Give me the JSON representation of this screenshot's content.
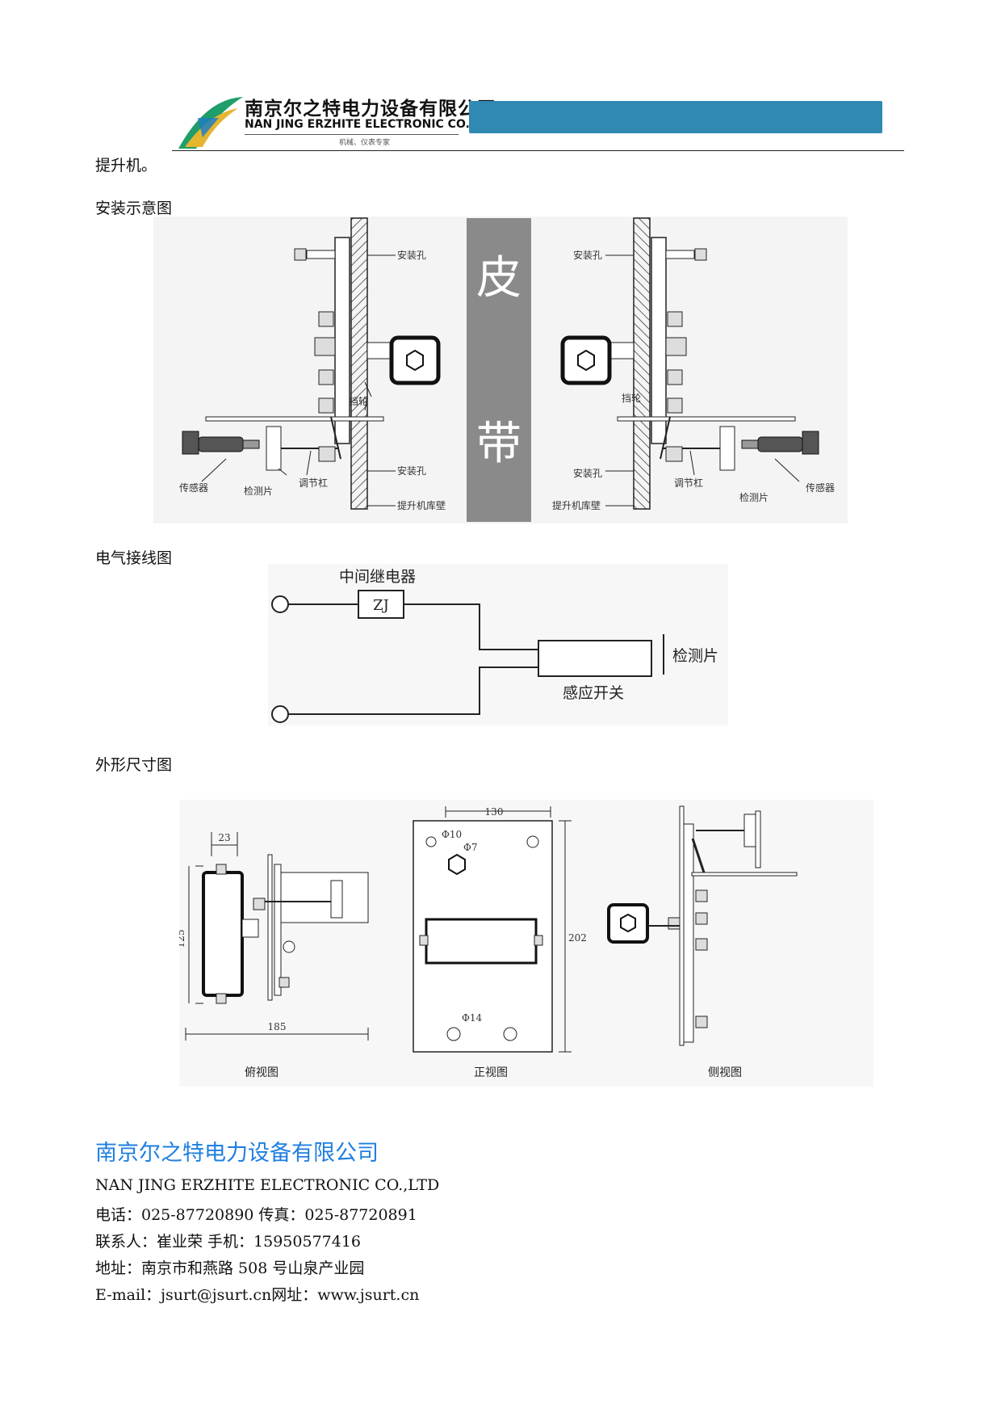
{
  "header": {
    "company_cn": "南京尔之特电力设备有限公司",
    "company_en": "NAN JING ERZHITE ELECTRONIC CO.,LTD",
    "tagline": "机械、仪表专家",
    "accent_color": "#2f89b3"
  },
  "intro_text": "提升机。",
  "install": {
    "title": "安装示意图",
    "belt_chars": [
      "皮",
      "带"
    ],
    "left_labels": {
      "mount_hole_top": "安装孔",
      "roller": "挡轮",
      "mount_hole_bottom": "安装孔",
      "wall": "提升机库壁",
      "adjust_rod": "调节杠",
      "detect_plate": "检测片",
      "sensor": "传感器"
    },
    "right_labels": {
      "mount_hole_top": "安装孔",
      "roller": "挡轮",
      "mount_hole_bottom": "安装孔",
      "wall": "提升机库壁",
      "adjust_rod": "调节杠",
      "detect_plate": "检测片",
      "sensor": "传感器"
    }
  },
  "wiring": {
    "title": "电气接线图",
    "relay_title": "中间继电器",
    "relay_code": "ZJ",
    "detect_plate": "检测片",
    "switch": "感应开关"
  },
  "dimensions": {
    "title": "外形尺寸图",
    "top_view": {
      "caption": "俯视图",
      "d1": "23",
      "d2": "125",
      "d3": "185"
    },
    "front_view": {
      "caption": "正视图",
      "width": "130",
      "height": "202",
      "hole1": "Φ10",
      "hole2": "Φ7",
      "hole3": "Φ14"
    },
    "side_view": {
      "caption": "侧视图"
    }
  },
  "footer": {
    "company_cn": "南京尔之特电力设备有限公司",
    "company_en": "NAN JING ERZHITE ELECTRONIC CO.,LTD",
    "phone_line": "电话：025-87720890  传真：025-87720891",
    "contact_line": "联系人：崔业荣  手机：15950577416",
    "address_line": "地址：南京市和燕路 508 号山泉产业园",
    "email_line": "E-mail：jsurt@jsurt.cn网址：www.jsurt.cn",
    "company_color": "#1f7fe0"
  }
}
